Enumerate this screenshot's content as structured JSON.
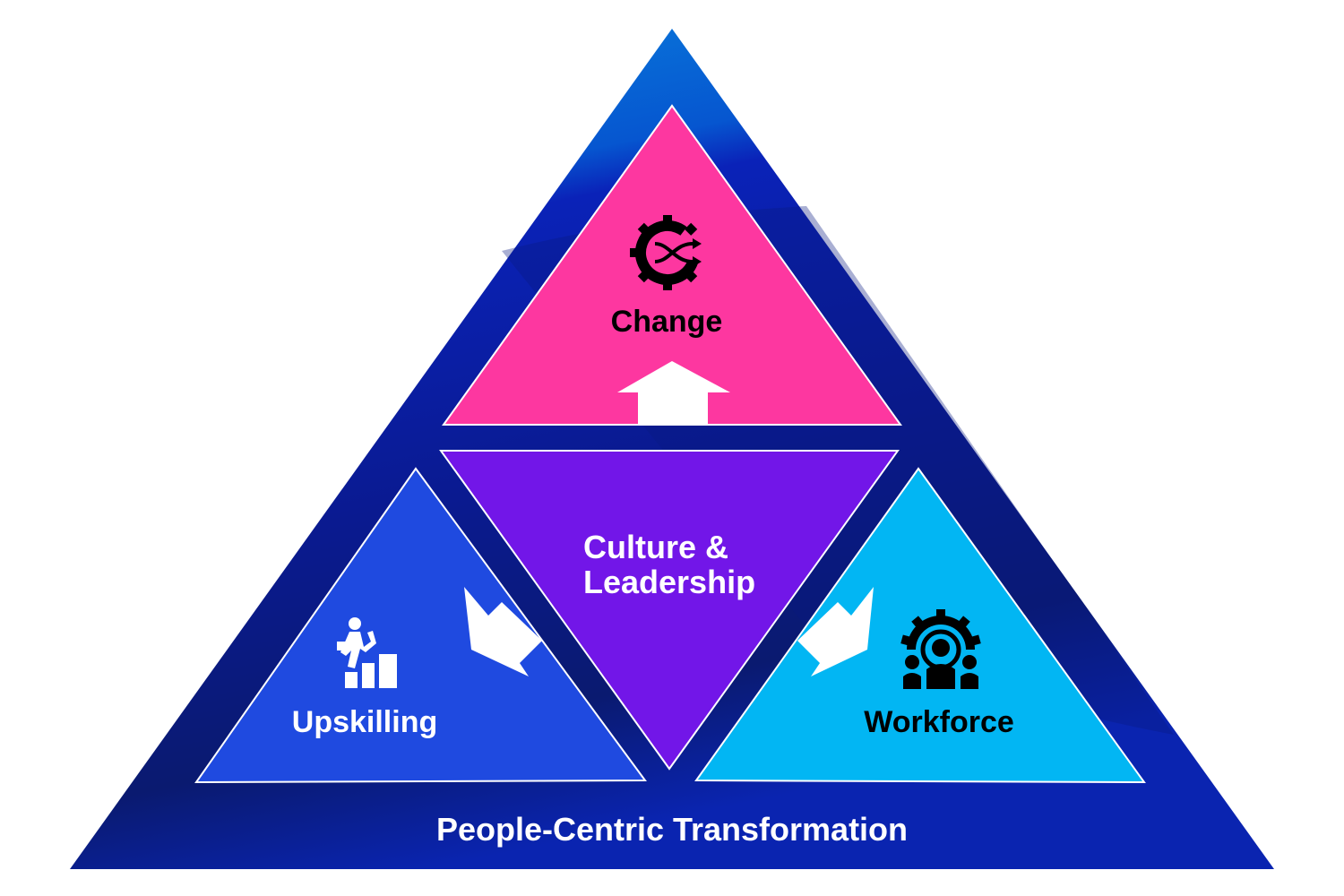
{
  "title": "People-Centric Transformation",
  "segments": {
    "top": {
      "label": "Change",
      "icon": "gear-shuffle-icon",
      "color": "#fd37a0"
    },
    "center": {
      "label_line1": "Culture &",
      "label_line2": "Leadership",
      "color": "#7216e8"
    },
    "left": {
      "label": "Upskilling",
      "icon": "person-climbing-stairs-icon",
      "color": "#1f4ae0"
    },
    "right": {
      "label": "Workforce",
      "icon": "gear-people-icon",
      "color": "#02b6f3"
    }
  },
  "colors": {
    "outer_top": "#0a84dc",
    "outer_mid": "#0a1fb0",
    "outer_dark": "#0a1868"
  }
}
